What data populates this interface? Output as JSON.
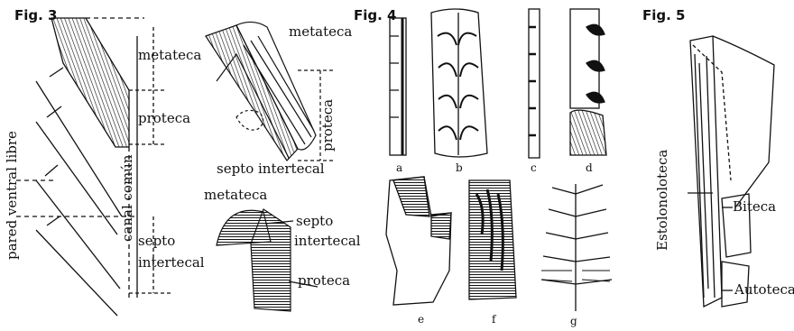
{
  "fig3": {
    "title": "Fig. 3",
    "labels": {
      "metateca": "metateca",
      "proteca": "proteca",
      "pared_ventral_libre": "pared ventral libre",
      "canal_comun": "canal común",
      "septo": "septo",
      "intertecal": "intertecal",
      "metateca_3d": "metateca",
      "proteca_3d": "proteca",
      "septo_intertecal": "septo intertecal",
      "metateca_small": "metateca",
      "septo_small": "septo",
      "intertecal_small": "intertecal",
      "proteca_small": "proteca"
    }
  },
  "fig4": {
    "title": "Fig. 4",
    "sublabels": [
      "a",
      "b",
      "c",
      "d",
      "e",
      "f",
      "g"
    ]
  },
  "fig5": {
    "title": "Fig. 5",
    "labels": {
      "estolonoloteca": "Estolonoloteca",
      "biteca": "Biteca",
      "autoteca": "Autoteca"
    }
  },
  "colors": {
    "ink": "#111111",
    "background": "#ffffff"
  }
}
